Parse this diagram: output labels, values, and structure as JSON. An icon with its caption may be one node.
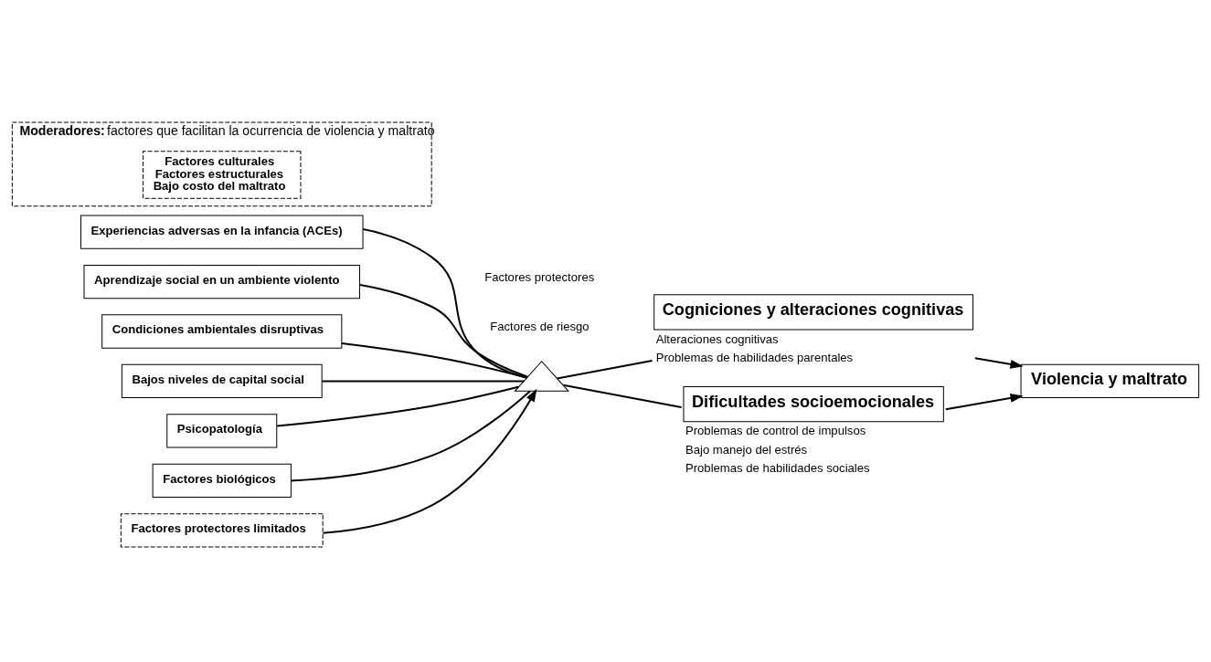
{
  "diagram": {
    "nodes": [
      {
        "text": [
          "Experiencias adversas en la infancia (ACEs)"
        ]
      },
      {
        "text": [
          "Aprendizaje social en un ambiente violento"
        ]
      },
      {
        "text": [
          "Condiciones ambientales disruptivas"
        ]
      },
      {
        "text": [
          "Bajos niveles de capital social"
        ]
      },
      {
        "text": [
          "Psicopatología"
        ]
      },
      {
        "text": [
          "Factores biológicos"
        ]
      },
      {
        "text": [
          "Factores protectores limitados"
        ]
      },
      {
        "text": [],
        "shape": "triangle",
        "beside": [
          "Factores de riesgo",
          "Factores protectores"
        ]
      },
      {
        "text": [
          "Cogniciones y alteraciones cognitivas"
        ],
        "beside": [
          "Alteraciones cognitivas",
          "Problemas de habilidades parentales"
        ]
      },
      {
        "text": [
          "Dificultades socioemocionales"
        ],
        "beside": [
          "Problemas de control de impulsos",
          "Bajo manejo del estrés",
          "Problemas de habilidades sociales"
        ]
      },
      {
        "text": [
          "Violencia y maltrato"
        ]
      },
      {
        "text": [
          "**Moderadores:** factores que facilitan la ocurrencia de violencia y maltrato"
        ]
      },
      {
        "text": [
          "Factores culturales",
          "Factores estructurales",
          "Bajo costo del maltrato"
        ],
        "in": 11
      }
    ],
    "edges": [
      {
        "from": 0,
        "to": 7,
        "arrow": "none"
      },
      {
        "from": 1,
        "to": 7,
        "arrow": "none"
      },
      {
        "from": 2,
        "to": 7,
        "arrow": "none"
      },
      {
        "from": 3,
        "to": 7,
        "arrow": "none"
      },
      {
        "from": 4,
        "to": 7,
        "arrow": "none"
      },
      {
        "from": 5,
        "to": 7,
        "arrow": "none"
      },
      {
        "from": 6,
        "to": 7,
        "arrow": "to"
      },
      {
        "from": 7,
        "to": 8,
        "arrow": "none"
      },
      {
        "from": 7,
        "to": 9,
        "arrow": "none"
      },
      {
        "from": 8,
        "to": 10,
        "arrow": "to"
      },
      {
        "from": 9,
        "to": 10,
        "arrow": "to"
      }
    ]
  }
}
